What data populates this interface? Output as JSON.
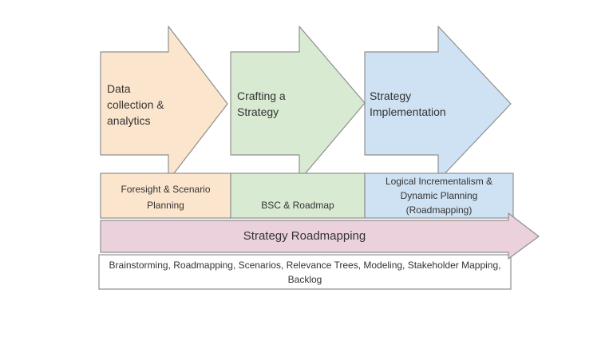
{
  "diagram": {
    "stages": [
      {
        "label": "Data\ncollection &\nanalytics",
        "color": "#FCE5CD"
      },
      {
        "label": "Crafting a\nStrategy",
        "color": "#D9EAD3"
      },
      {
        "label": "Strategy\nImplementation",
        "color": "#CFE2F3"
      }
    ],
    "methods": [
      {
        "label": "Foresight & Scenario\nPlanning",
        "color": "#FCE5CD"
      },
      {
        "label": "BSC & Roadmap",
        "color": "#D9EAD3"
      },
      {
        "label": "Logical Incrementalism &\nDynamic Planning\n(Roadmapping)",
        "color": "#CFE2F3"
      }
    ],
    "roadmapping_arrow": {
      "label": "Strategy Roadmapping",
      "color": "#EAD1DC"
    },
    "tools_box": {
      "label": "Brainstorming, Roadmapping, Scenarios, Relevance Trees, Modeling, Stakeholder Mapping,\nBacklog",
      "color": "#FFFFFF"
    },
    "colors": {
      "border": "#8f8f8f",
      "text": "#333333"
    }
  }
}
